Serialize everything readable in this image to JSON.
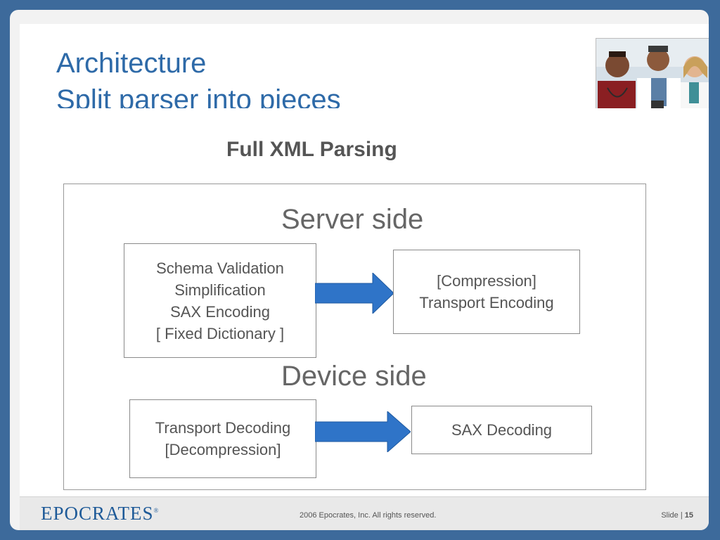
{
  "header": {
    "title_line1": "Architecture",
    "title_line2": "Split parser into pieces"
  },
  "subtitle": "Full XML Parsing",
  "server": {
    "label": "Server side",
    "left_box": [
      "Schema Validation",
      "Simplification",
      "SAX Encoding",
      "[ Fixed Dictionary ]"
    ],
    "right_box": [
      "[Compression]",
      "Transport Encoding"
    ]
  },
  "device": {
    "label": "Device side",
    "left_box": [
      "Transport Decoding",
      "[Decompression]"
    ],
    "right_box": [
      "SAX Decoding"
    ]
  },
  "footer": {
    "logo_text": "EPOCRATES",
    "logo_mark": "®",
    "copyright": "2006 Epocrates, Inc. All rights reserved.",
    "slide_label": "Slide |",
    "slide_number": "15"
  },
  "colors": {
    "frame": "#3d6a9b",
    "title": "#2e6aa8",
    "arrow": "#2f74c8"
  },
  "icons": {
    "photo": "doctors-photo",
    "arrows": "right-arrow-icon"
  }
}
